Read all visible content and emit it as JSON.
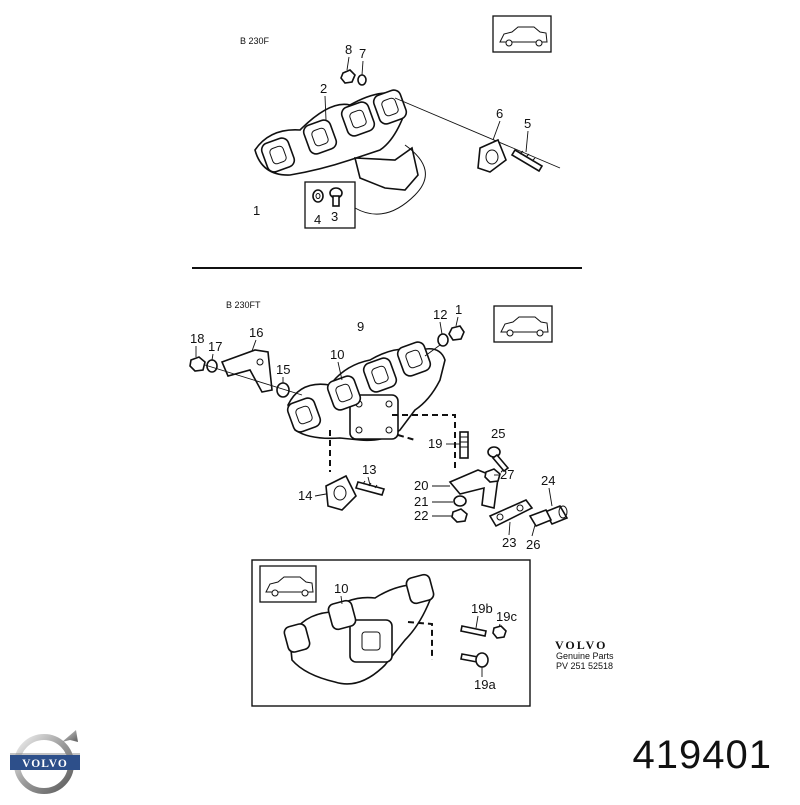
{
  "sections": {
    "top_engine": "B 230F",
    "middle_engine": "B 230FT"
  },
  "callouts": {
    "top": [
      "1",
      "2",
      "3",
      "4",
      "5",
      "6",
      "7",
      "8"
    ],
    "middle": [
      "1",
      "9",
      "10",
      "12",
      "13",
      "14",
      "15",
      "16",
      "17",
      "18",
      "19",
      "20",
      "21",
      "22",
      "23",
      "24",
      "25",
      "26",
      "27"
    ],
    "inset": [
      "10",
      "19a",
      "19b",
      "19c"
    ]
  },
  "genuine_parts": {
    "brand": "VOLVO",
    "line1": "Genuine Parts",
    "line2": "PV 251 52518"
  },
  "logo_text": "VOLVO",
  "part_number": "419401",
  "icons": [
    "car-thumbnail-icon",
    "volvo-logo-icon"
  ]
}
